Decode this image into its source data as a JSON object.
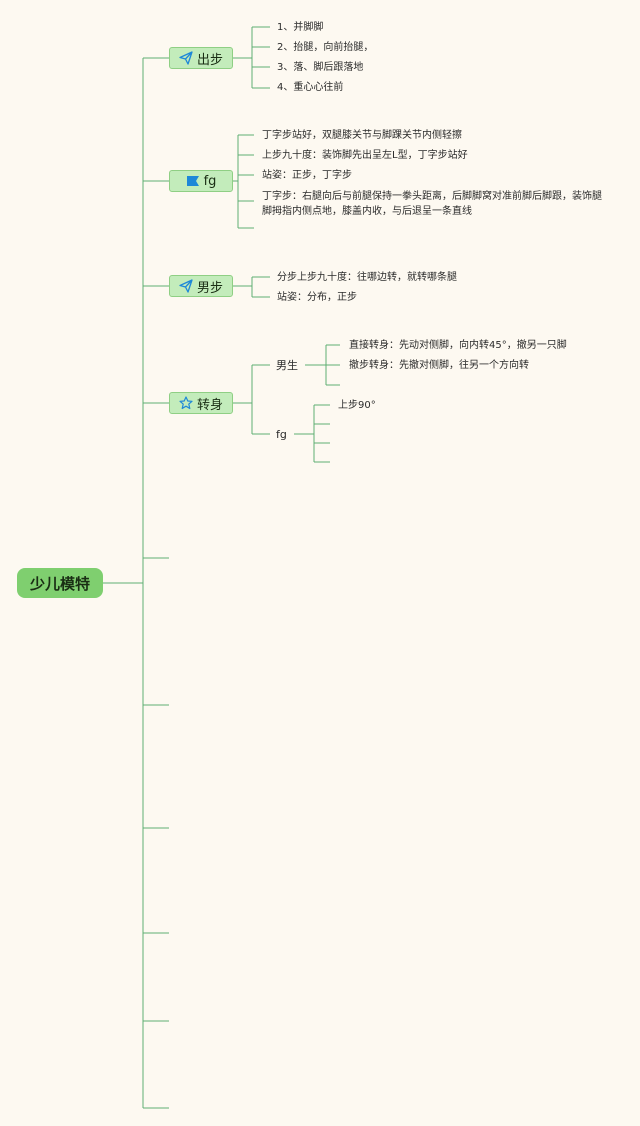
{
  "colors": {
    "background": "#fdf9f1",
    "line": "#5fae73",
    "root_fill": "#7fcf6f",
    "branch_fill": "#c3ecbb",
    "icon_blue": "#1e88d8"
  },
  "root": {
    "label": "少儿模特"
  },
  "branches": [
    {
      "label": "出步",
      "icon": "paper-plane-icon",
      "items": [
        {
          "text": "1、并脚脚"
        },
        {
          "text": "2、抬腿，向前抬腿，"
        },
        {
          "text": "3、落、脚后跟落地"
        },
        {
          "text": "4、重心心往前"
        }
      ]
    },
    {
      "label": "fg",
      "icon": "flag-icon",
      "items": [
        {
          "text": "丁字步站好，双腿膝关节与脚踝关节内侧轻擦"
        },
        {
          "text": "上步九十度：装饰脚先出呈左L型，丁字步站好"
        },
        {
          "text": "站姿：正步，丁字步"
        },
        {
          "text": "丁字步：右腿向后与前腿保持一拳头距离，后脚脚窝对准前脚后脚跟，装饰腿脚拇指内侧点地，膝盖内收，与后退呈一条直线"
        },
        {
          "text": ""
        }
      ]
    },
    {
      "label": "男步",
      "icon": "paper-plane-icon",
      "items": [
        {
          "text": "分步上步九十度：往哪边转，就转哪条腿"
        },
        {
          "text": "站姿：分布，正步"
        }
      ]
    },
    {
      "label": "转身",
      "icon": "star-icon",
      "subgroups": [
        {
          "label": "男生",
          "items": [
            {
              "text": "直接转身：先动对侧脚，向内转45°，撤另一只脚"
            },
            {
              "text": "撤步转身：先撤对侧脚，往另一个方向转"
            },
            {
              "text": ""
            }
          ]
        },
        {
          "label": "fg",
          "items": [
            {
              "text": "上步90°"
            },
            {
              "text": ""
            },
            {
              "text": ""
            },
            {
              "text": ""
            }
          ]
        }
      ]
    },
    {
      "label": ""
    },
    {
      "label": ""
    },
    {
      "label": ""
    },
    {
      "label": ""
    },
    {
      "label": ""
    },
    {
      "label": ""
    }
  ]
}
